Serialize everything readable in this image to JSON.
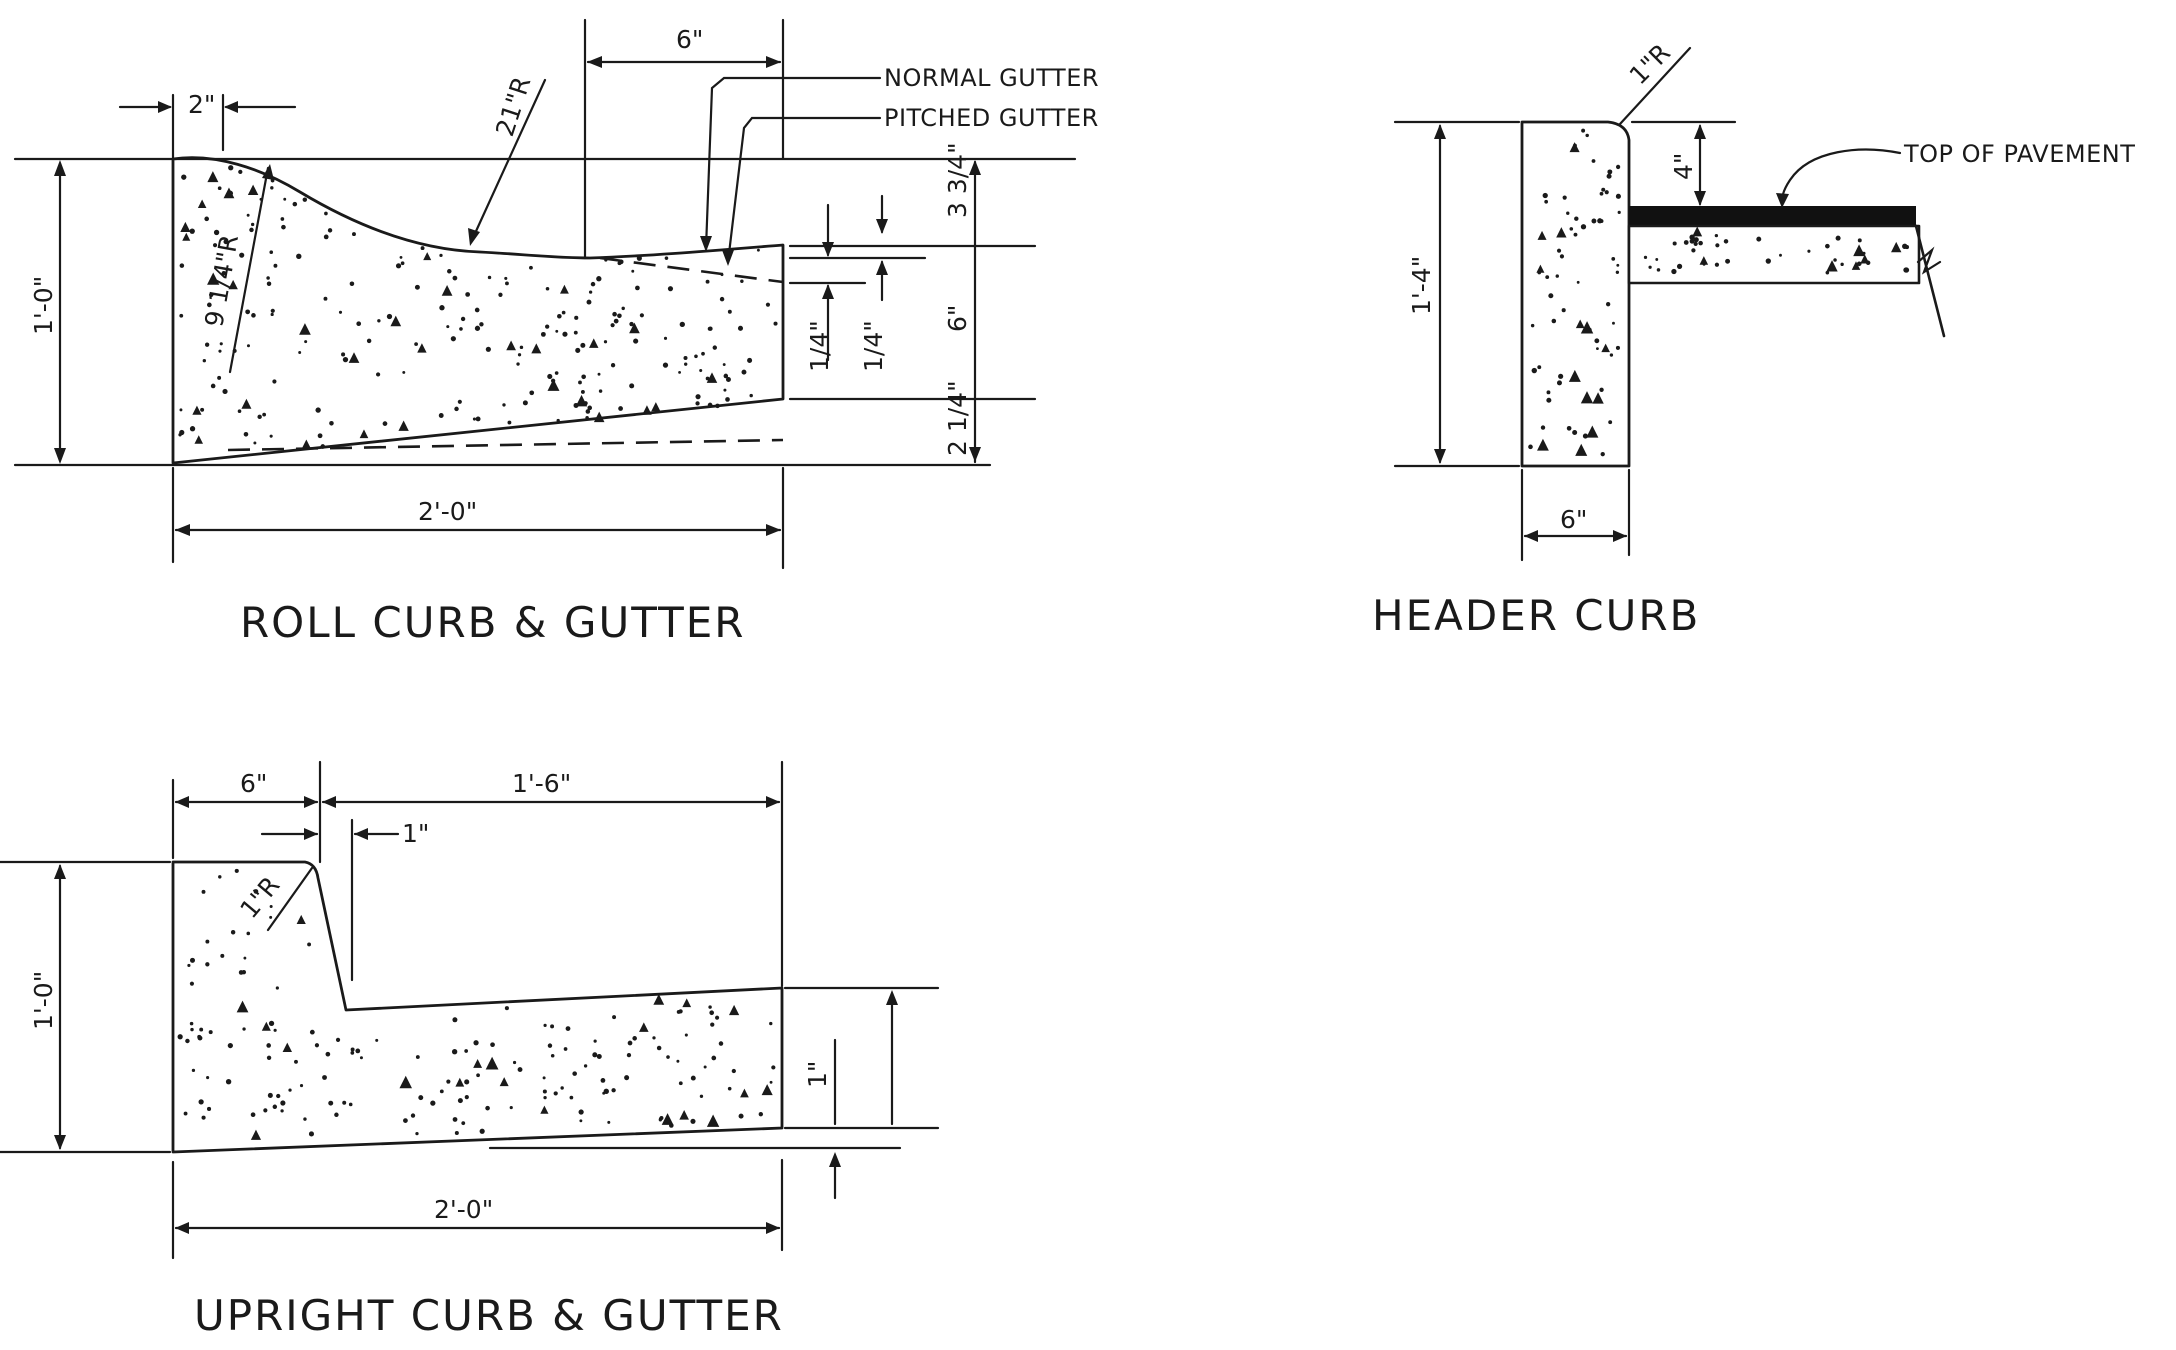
{
  "roll_curb": {
    "title": "ROLL CURB  & GUTTER",
    "dim_top_offset": "2\"",
    "dim_gutter_width": "6\"",
    "label_normal": "NORMAL GUTTER",
    "label_pitched": "PITCHED GUTTER",
    "radius_large": "21\"R",
    "radius_small": "9 1/4\"R",
    "dim_height": "1'-0\"",
    "dim_width": "2'-0\"",
    "dim_right_top": "3 3/4\"",
    "dim_right_mid": "6\"",
    "dim_right_bottom": "2 1/4\"",
    "dim_pitch_a": "1/4\"",
    "dim_pitch_b": "1/4\""
  },
  "header_curb": {
    "title": "HEADER CURB",
    "radius": "1\"R",
    "dim_depth": "4\"",
    "label_pavement": "TOP OF PAVEMENT",
    "dim_height": "1'-4\"",
    "dim_width": "6\""
  },
  "upright_curb": {
    "title": "UPRIGHT CURB  & GUTTER",
    "dim_curb_width": "6\"",
    "dim_gutter_width": "1'-6\"",
    "dim_batter": "1\"",
    "radius": "1\"R",
    "dim_height": "1'-0\"",
    "dim_width": "2'-0\"",
    "dim_right": "1\""
  },
  "colors": {
    "ink": "#1a1a1a",
    "paper": "#ffffff"
  }
}
